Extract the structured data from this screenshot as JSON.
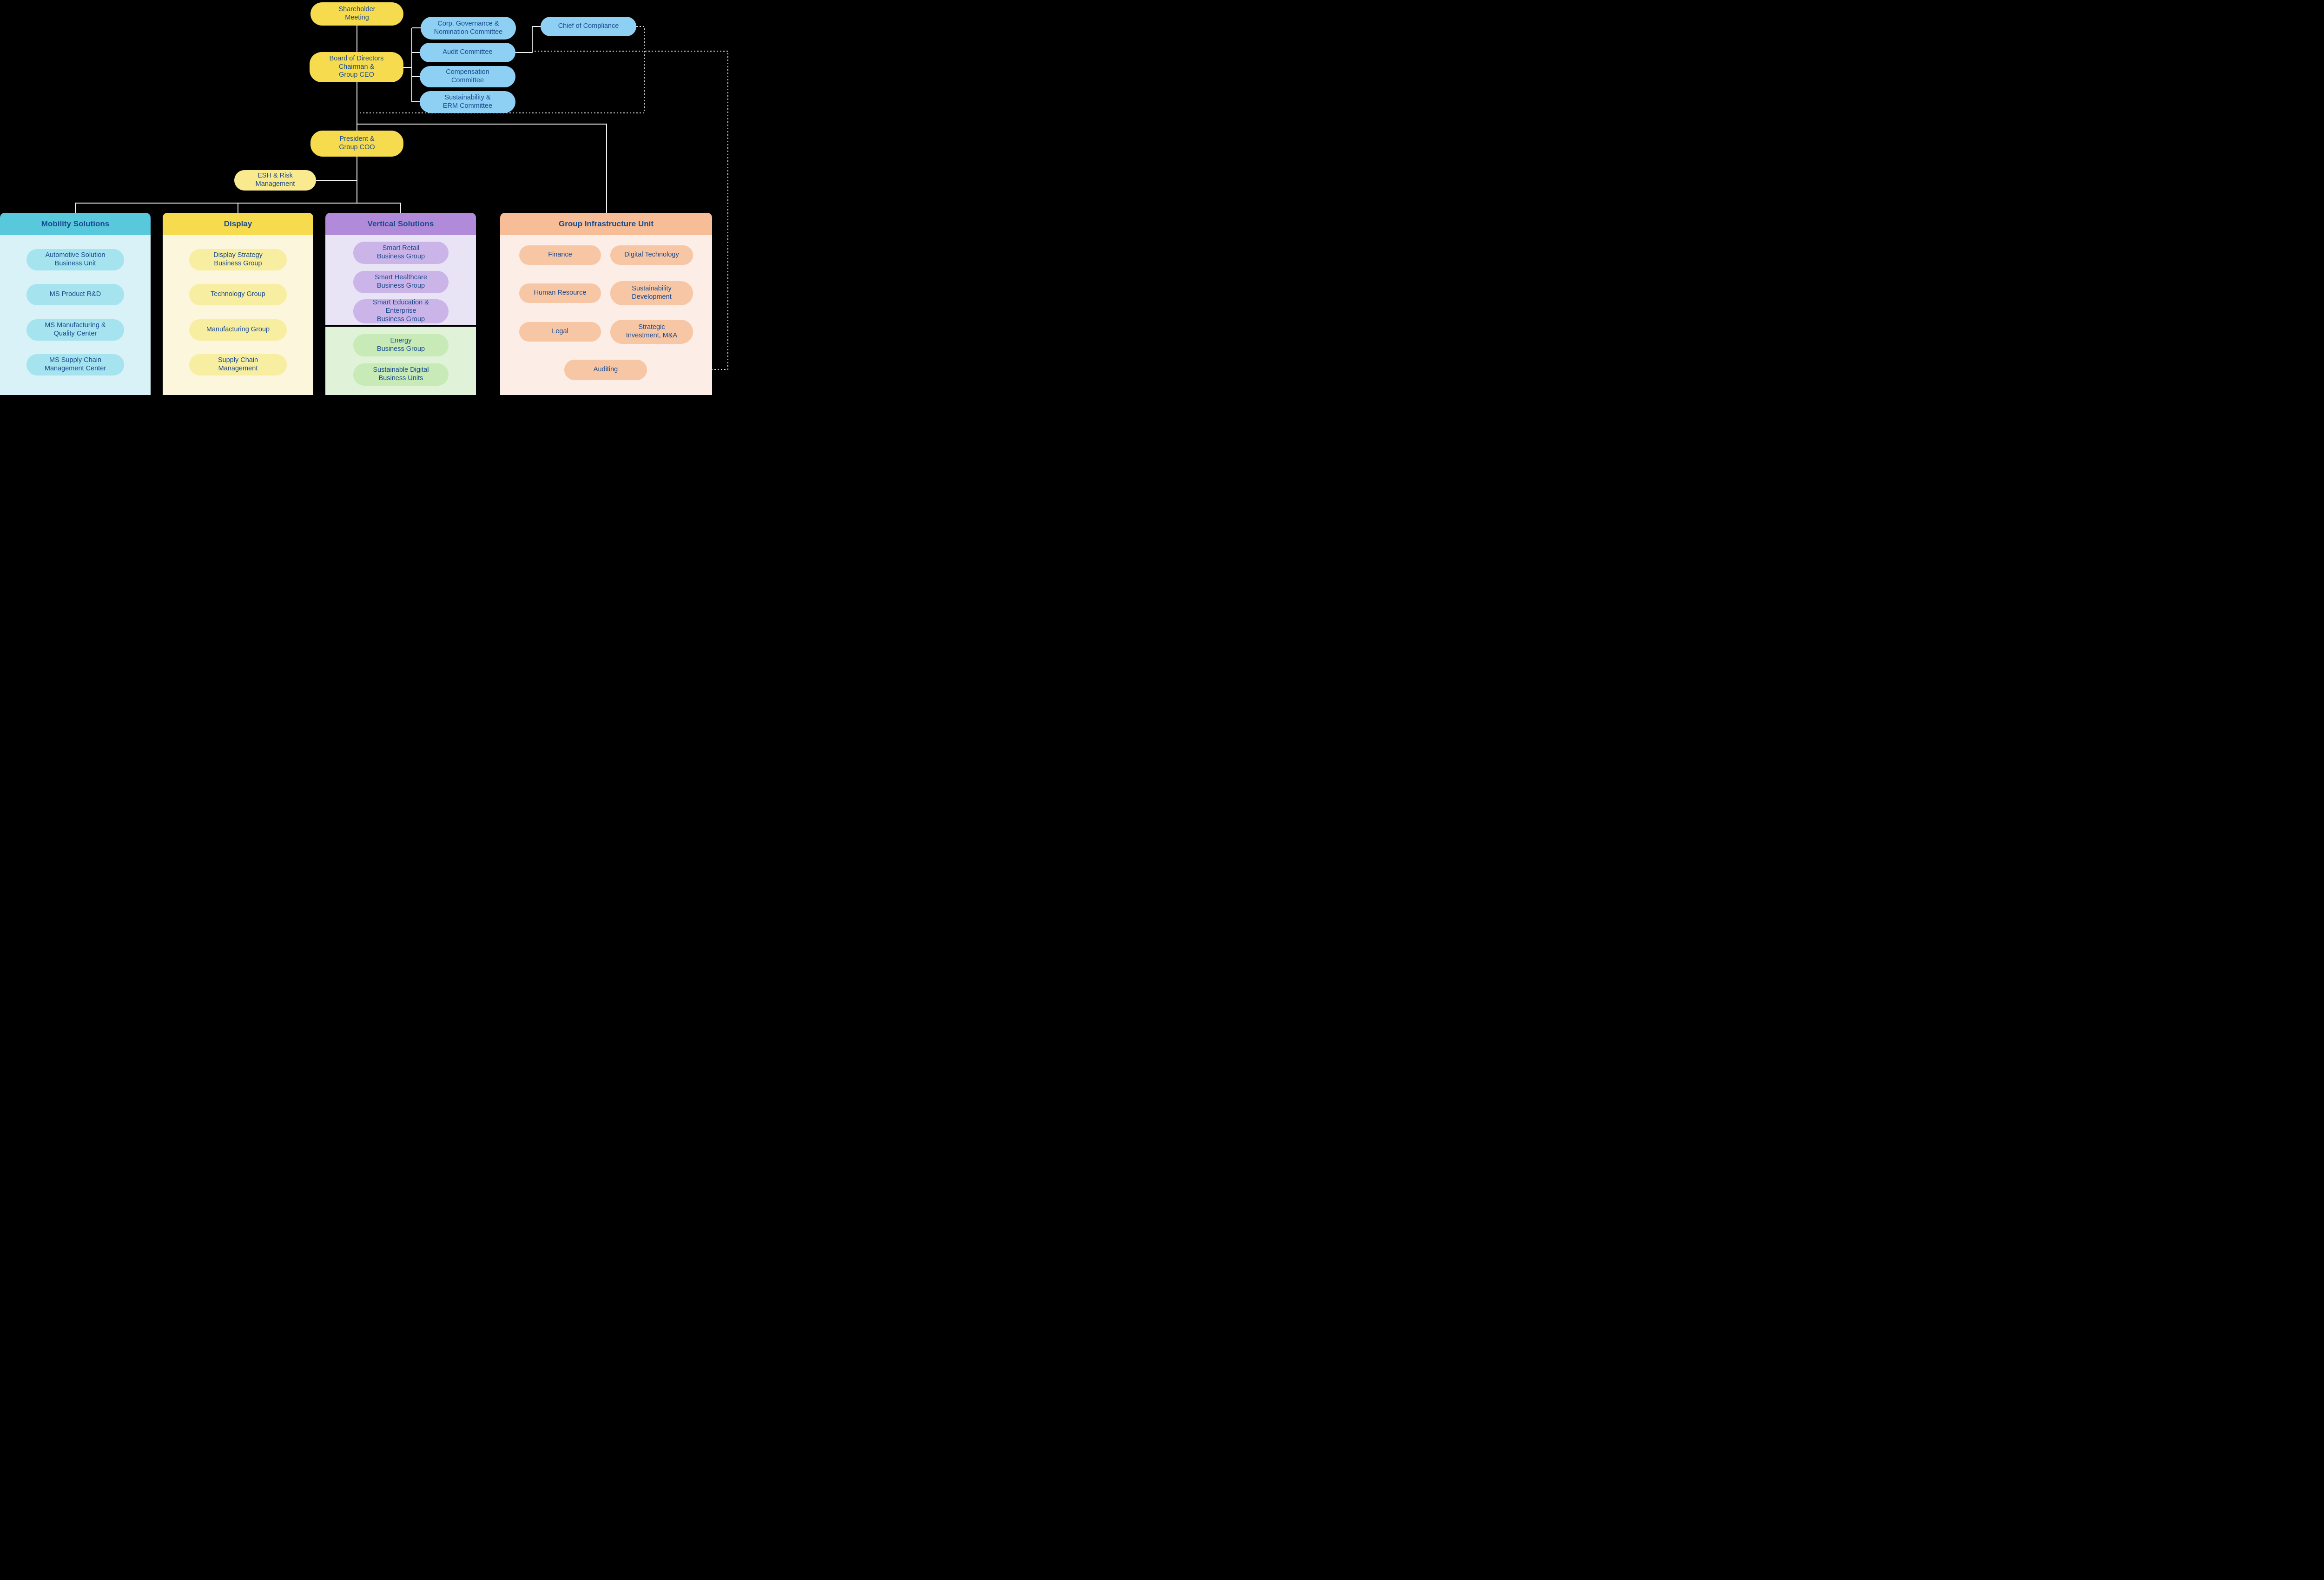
{
  "colors": {
    "background": "#000000",
    "text_navy": "#1A4A8F",
    "connector_solid": "#EFEFEF",
    "connector_dotted": "#DDDDDD",
    "yellow": "#F6DB4E",
    "yellow_light": "#F9E98F",
    "committee_blue": "#8ED0F3",
    "mobility_header": "#58C9DC",
    "mobility_body": "#D8F2F8",
    "mobility_pill": "#A5E3EF",
    "display_header": "#F6DB4E",
    "display_body": "#FCF7DC",
    "display_pill": "#F8EEA2",
    "vertical_header": "#B18BDA",
    "vertical_body": "#E9E3F6",
    "vertical_pill": "#CBB4E8",
    "energy_body": "#E0F2D7",
    "energy_pill": "#C7EAB6",
    "infra_header": "#F7BD96",
    "infra_body": "#FCEDE6",
    "infra_pill": "#F7C6A4"
  },
  "nodes": {
    "shareholder_meeting": "Shareholder\nMeeting",
    "board": "Board of Directors\nChairman &\nGroup CEO",
    "president": "President &\nGroup COO",
    "esh": "ESH & Risk\nManagement",
    "chief_compliance": "Chief of Compliance"
  },
  "committees": [
    "Corp. Governance &\nNomination Committee",
    "Audit Committee",
    "Compensation\nCommittee",
    "Sustainability &\nERM Committee"
  ],
  "departments": [
    {
      "title": "Mobility Solutions",
      "items": [
        "Automotive Solution\nBusiness Unit",
        "MS Product R&D",
        "MS Manufacturing &\nQuality Center",
        "MS Supply Chain\nManagement Center"
      ]
    },
    {
      "title": "Display",
      "items": [
        "Display Strategy\nBusiness Group",
        "Technology Group",
        "Manufacturing Group",
        "Supply Chain\nManagement"
      ]
    },
    {
      "title": "Vertical Solutions",
      "purple_items": [
        "Smart Retail\nBusiness Group",
        "Smart Healthcare\nBusiness Group",
        "Smart Education &\nEnterprise\nBusiness Group"
      ],
      "green_items": [
        "Energy\nBusiness Group",
        "Sustainable Digital\nBusiness Units"
      ]
    },
    {
      "title": "Group Infrastructure Unit",
      "items": [
        "Finance",
        "Digital Technology",
        "Human Resource",
        "Sustainability\nDevelopment",
        "Legal",
        "Strategic\nInvestment, M&A",
        "Auditing"
      ]
    }
  ]
}
